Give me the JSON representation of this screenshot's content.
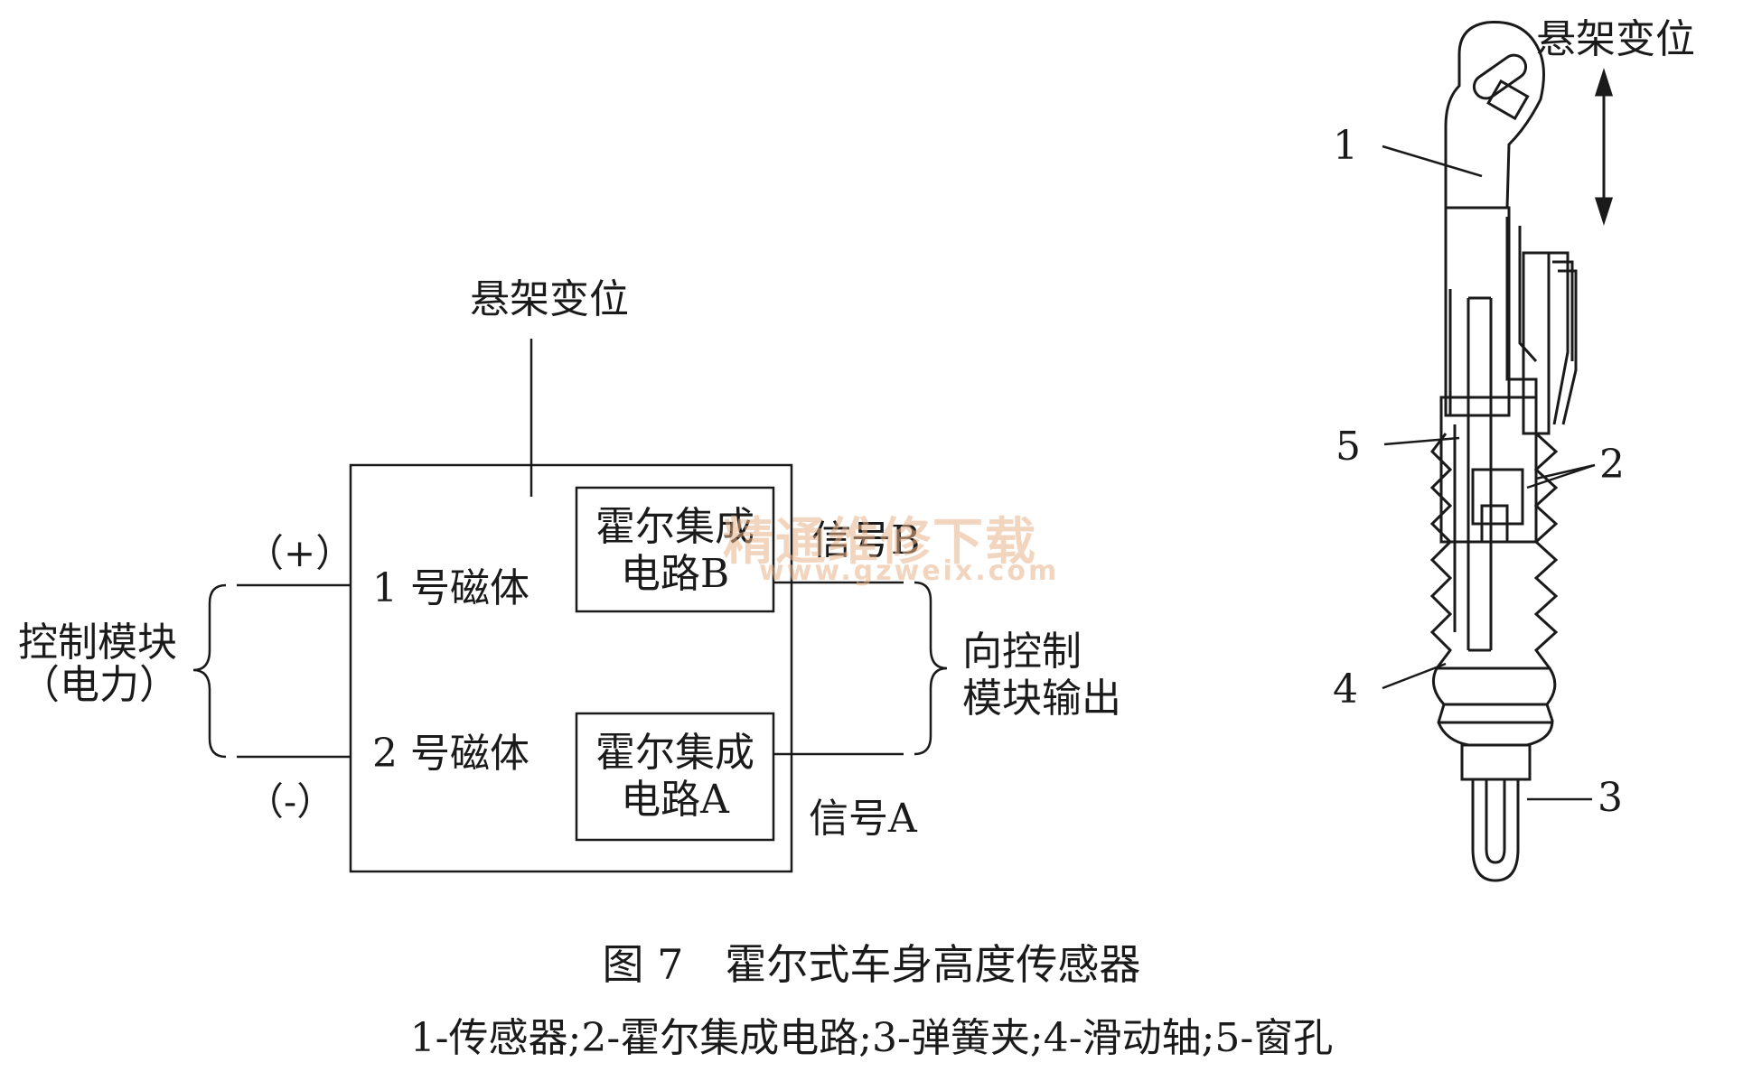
{
  "block_diagram": {
    "top_input": "悬架变位",
    "left_group_line1": "控制模块",
    "left_group_line2": "（电力）",
    "plus": "（+）",
    "minus": "（-）",
    "magnet1": "1 号磁体",
    "magnet2": "2 号磁体",
    "circuit_b_line1": "霍尔集成",
    "circuit_b_line2": "电路B",
    "circuit_a_line1": "霍尔集成",
    "circuit_a_line2": "电路A",
    "signal_b": "信号B",
    "signal_a": "信号A",
    "output_line1": "向控制",
    "output_line2": "模块输出"
  },
  "sensor_drawing": {
    "motion_label": "悬架变位",
    "callouts": [
      "1",
      "2",
      "3",
      "4",
      "5"
    ]
  },
  "watermark": {
    "text": "精通维修下载",
    "url": "www.gzweix.com"
  },
  "caption": {
    "title": "图 7　霍尔式车身高度传感器",
    "legend": "1-传感器;2-霍尔集成电路;3-弹簧夹;4-滑动轴;5-窗孔"
  },
  "colors": {
    "ink": "#1a1a1a",
    "watermark": "#e9b48a"
  }
}
